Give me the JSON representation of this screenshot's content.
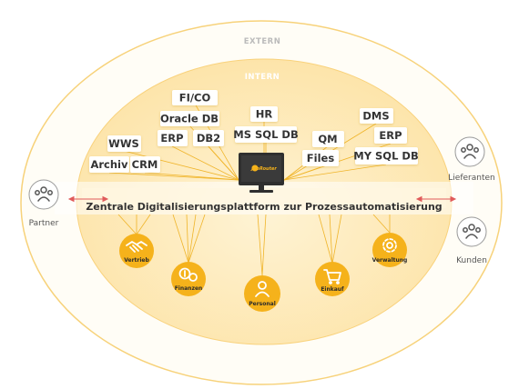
{
  "zones": {
    "extern": "EXTERN",
    "intern": "INTERN"
  },
  "platform": {
    "title": "Zentrale Digitalisierungsplattform zur Prozessautomatisierung",
    "logo_text": "JobRouter"
  },
  "systems": {
    "fico": "FI/CO",
    "oracle_db": "Oracle DB",
    "erp_left": "ERP",
    "db2": "DB2",
    "wws": "WWS",
    "archiv": "Archiv",
    "crm": "CRM",
    "hr": "HR",
    "ms_sql_db": "MS SQL DB",
    "qm": "QM",
    "files": "Files",
    "dms": "DMS",
    "erp_right": "ERP",
    "my_sql_db": "MY SQL DB"
  },
  "departments": {
    "vertrieb": "Vertrieb",
    "finanzen": "Finanzen",
    "personal": "Personal",
    "einkauf": "Einkauf",
    "verwaltung": "Verwaltung"
  },
  "external": {
    "partner": "Partner",
    "lieferanten": "Lieferanten",
    "kunden": "Kunden"
  },
  "colors": {
    "accent": "#f5b21b",
    "inner_fill": "#fde9b8",
    "outer_fill": "#fffdf6",
    "arrow": "#e05a5a",
    "icon": "people-group-icon"
  }
}
